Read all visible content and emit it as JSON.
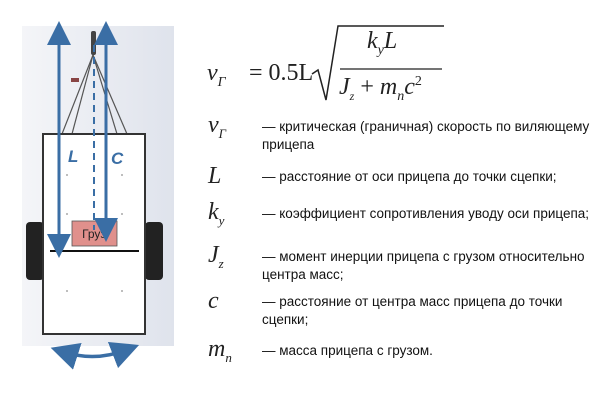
{
  "diagram": {
    "label_L": "L",
    "label_C": "C",
    "cargo_label": "Груз",
    "arrow_color": "#3a6ea5",
    "cargo_color": "#e0908c"
  },
  "formula": {
    "lhs": "v",
    "lhs_sub": "Г",
    "coef": "= 0.5L",
    "numerator": "k",
    "numerator_sub": "y",
    "numerator_tail": "L",
    "den_J": "J",
    "den_J_sub": "z",
    "den_plus": "+",
    "den_m": "m",
    "den_m_sub": "n",
    "den_c": "c",
    "den_c_sup": "2"
  },
  "definitions": [
    {
      "symbol": "v",
      "sub": "Г",
      "text": "— критическая (граничная) скорость по виляющему прицепа"
    },
    {
      "symbol": "L",
      "sub": "",
      "text": "— расстояние от оси прицепа до точки сцепки;"
    },
    {
      "symbol": "k",
      "sub": "y",
      "text": "— коэффициент сопротивления уводу оси прицепа;"
    },
    {
      "symbol": "J",
      "sub": "z",
      "text": "— момент инерции прицепа с грузом относительно центра масс;"
    },
    {
      "symbol": "c",
      "sub": "",
      "text": "— расстояние от центра масс прицепа до точки сцепки;"
    },
    {
      "symbol": "m",
      "sub": "n",
      "text": "— масса прицепа с грузом."
    }
  ]
}
